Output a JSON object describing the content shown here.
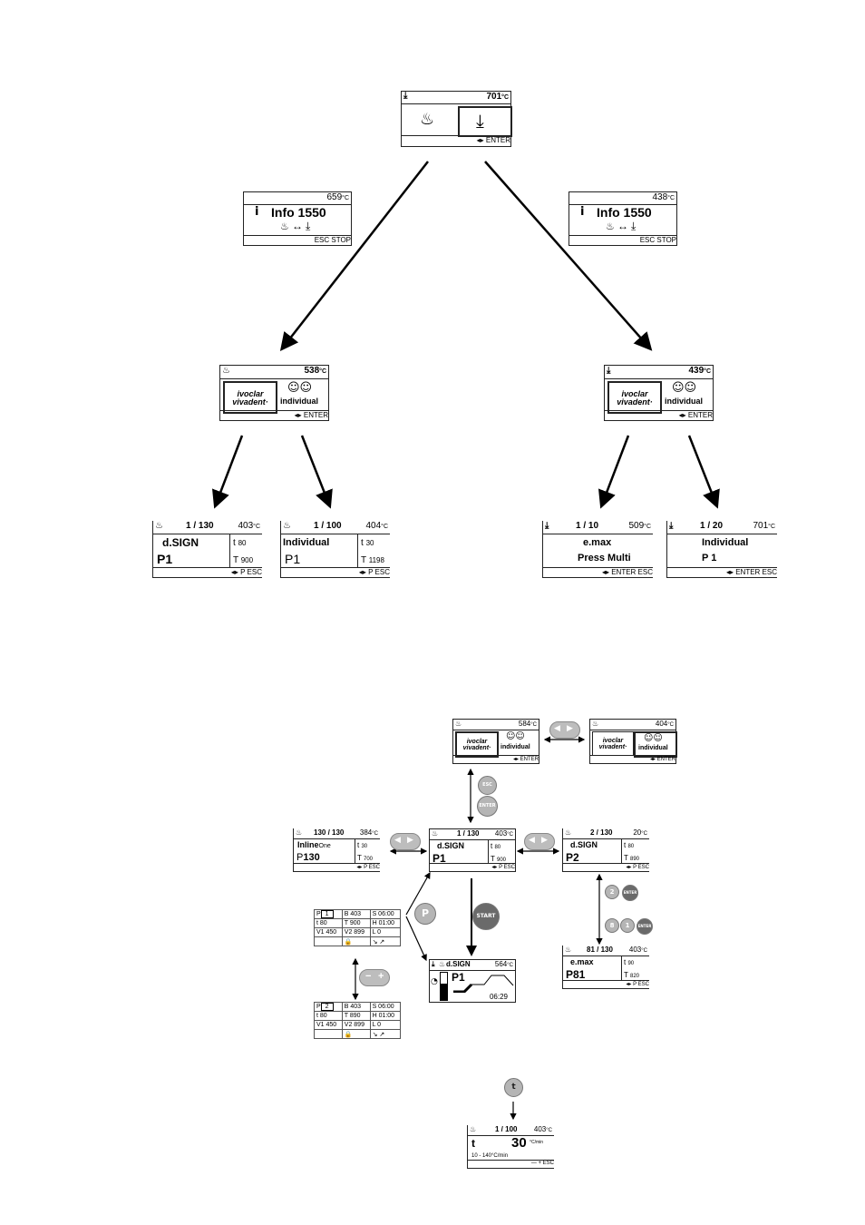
{
  "top": {
    "main": {
      "temp": "701",
      "unit": "°C",
      "footer": "◂▸ ENTER"
    },
    "info_left": {
      "temp": "659",
      "unit": "°C",
      "title": "Info 1550",
      "swap": "↔",
      "footer": "ESC STOP"
    },
    "info_right": {
      "temp": "438",
      "unit": "°C",
      "title": "Info 1550",
      "swap": "↔",
      "footer": "ESC STOP"
    },
    "mid_left": {
      "temp": "538",
      "unit": "°C",
      "logo": [
        "ivoclar",
        "vivadent·"
      ],
      "individual": "individual",
      "footer": "◂▸ ENTER"
    },
    "mid_right": {
      "temp": "439",
      "unit": "°C",
      "logo": [
        "ivoclar",
        "vivadent·"
      ],
      "individual": "individual",
      "footer": "◂▸ ENTER"
    },
    "leaf1": {
      "count": "1 / 130",
      "temp": "403",
      "unit": "°C",
      "name": "d.SIGN",
      "prog": "P1",
      "t_label": "t",
      "t_val": "80",
      "T_label": "T",
      "T_val": "900",
      "footer": "◂▸ P ESC"
    },
    "leaf2": {
      "count": "1 / 100",
      "temp": "404",
      "unit": "°C",
      "name": "Individual",
      "prog": "P1",
      "t_label": "t",
      "t_val": "30",
      "T_label": "T",
      "T_val": "1198",
      "footer": "◂▸ P ESC"
    },
    "leaf3": {
      "count": "1 / 10",
      "temp": "509",
      "unit": "°C",
      "name": "e.max",
      "sub": "Press Multi",
      "footer": "◂▸ ENTER ESC"
    },
    "leaf4": {
      "count": "1 / 20",
      "temp": "701",
      "unit": "°C",
      "name": "Individual",
      "prog": "P 1",
      "footer": "◂▸ ENTER ESC"
    }
  },
  "bottom": {
    "sel_a": {
      "temp": "584",
      "unit": "°C",
      "logo": [
        "ivoclar",
        "vivadent·"
      ],
      "individual": "individual",
      "footer": "◂▸ ENTER"
    },
    "sel_b": {
      "temp": "404",
      "unit": "°C",
      "logo": [
        "ivoclar",
        "vivadent·"
      ],
      "individual": "individual",
      "footer": "◂▸ ENTER"
    },
    "esc_btn": "ESC",
    "enter_btn": "ENTER",
    "prog_left": {
      "count": "130 / 130",
      "temp": "384",
      "unit": "°C",
      "name": "Inline",
      "name_small": "One",
      "prog_prefix": "P",
      "prog": "130",
      "t_label": "t",
      "t_val": "30",
      "T_label": "T",
      "T_val": "700",
      "footer": "◂▸ P ESC"
    },
    "prog_center": {
      "count": "1 / 130",
      "temp": "403",
      "unit": "°C",
      "name": "d.SIGN",
      "prog": "P1",
      "t_label": "t",
      "t_val": "80",
      "T_label": "T",
      "T_val": "900",
      "footer": "◂▸ P ESC"
    },
    "prog_right": {
      "count": "2 / 130",
      "temp": "20",
      "unit": "°C",
      "name": "d.SIGN",
      "prog": "P2",
      "t_label": "t",
      "t_val": "80",
      "T_label": "T",
      "T_val": "890",
      "footer": "◂▸ P ESC"
    },
    "key_2": "2",
    "key_8": "8",
    "key_1": "1",
    "key_enter": "ENTER",
    "prog_81": {
      "count": "81 / 130",
      "temp": "403",
      "unit": "°C",
      "name": "e.max",
      "prog": "P81",
      "t_label": "t",
      "t_val": "90",
      "T_label": "T",
      "T_val": "820",
      "footer": "◂▸ P ESC"
    },
    "p_btn": "P",
    "start_btn": "START",
    "running": {
      "name": "d.SIGN",
      "temp": "564",
      "unit": "°C",
      "prog": "P1",
      "time": "06:29"
    },
    "params1": {
      "p_label": "P",
      "p_val": "1",
      "B": "B 403",
      "S": "S 06:00",
      "t": "t 80",
      "T": "T 900",
      "H": "H 01:00",
      "V1": "V1 450",
      "V2": "V2 899",
      "L": "L 0"
    },
    "params2": {
      "p_label": "P",
      "p_val": "2",
      "B": "B 403",
      "S": "S 06:00",
      "t": "t 80",
      "T": "T 890",
      "H": "H 01:00",
      "V1": "V1 450",
      "V2": "V2 899",
      "L": "L 0"
    },
    "minus": "−",
    "plus": "+",
    "rate": {
      "count": "1 / 100",
      "temp": "403",
      "unit": "°C",
      "label": "t",
      "value": "30",
      "value_unit": "°C/min",
      "range": "10 - 140°C/min",
      "footer": "— + ESC"
    }
  }
}
